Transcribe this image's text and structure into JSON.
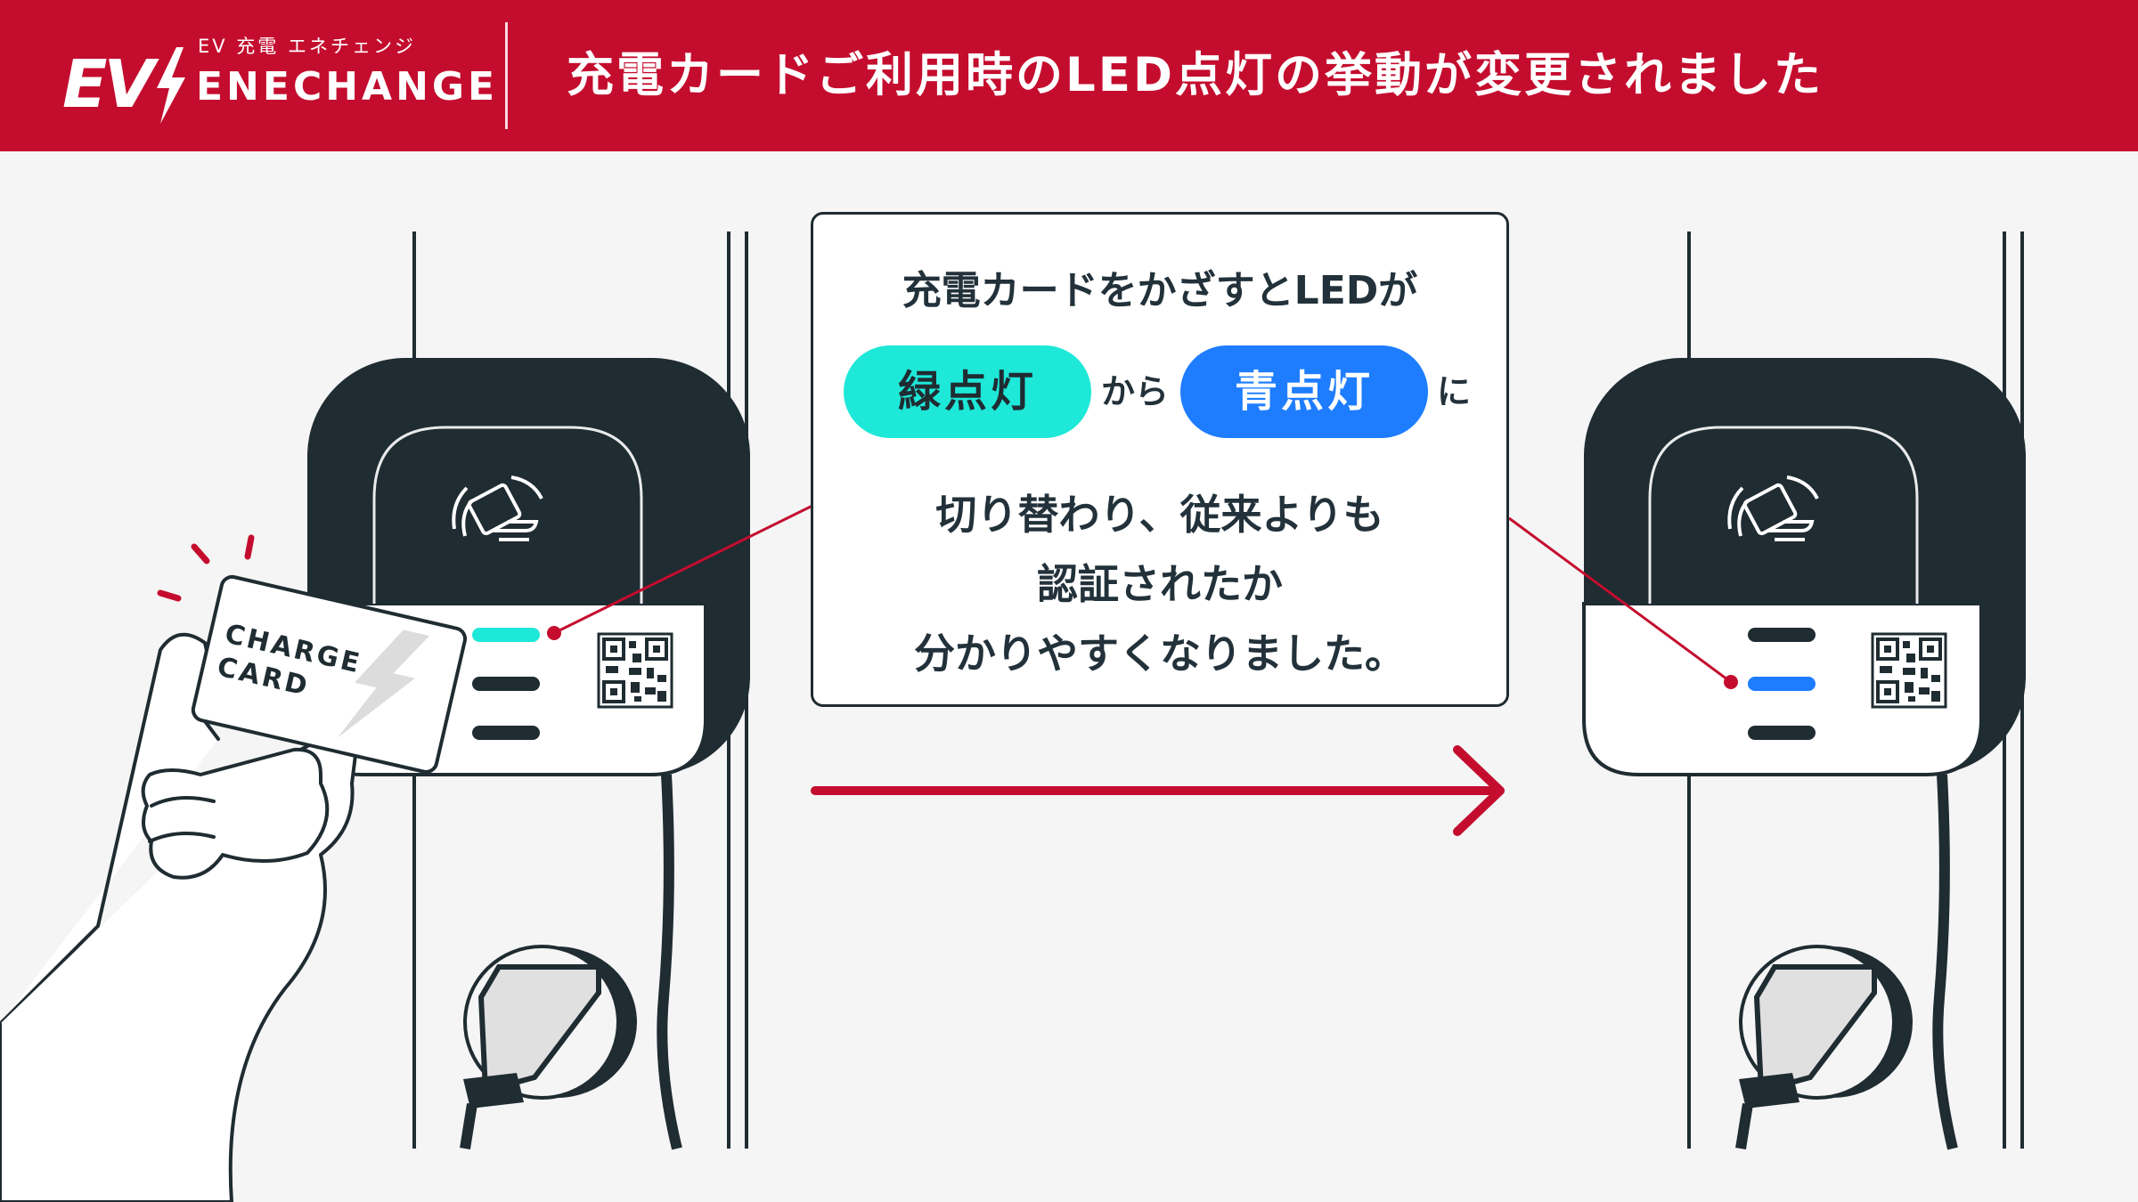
{
  "header": {
    "logo_sub": "EV 充電 エネチェンジ",
    "logo_ev": "EV",
    "logo_name": "ENECHANGE",
    "title": "充電カードご利用時のLED点灯の挙動が変更されました"
  },
  "card": {
    "line1": "CHARGE",
    "line2": "CARD"
  },
  "callout": {
    "line1": "充電カードをかざすとLEDが",
    "pill_green": "緑点灯",
    "kara": "から",
    "pill_blue": "青点灯",
    "ni": "に",
    "line3": "切り替わり、従来よりも",
    "line4": "認証されたか",
    "line5": "分かりやすくなりました。"
  },
  "colors": {
    "brand_red": "#c40d2e",
    "led_green": "#1ee8d8",
    "led_blue": "#1e7dff",
    "charger_dark": "#1f2c32"
  },
  "icons": [
    "lightning-bolt-icon",
    "nfc-card-tap-icon",
    "qr-code-icon",
    "arrow-right-icon"
  ]
}
